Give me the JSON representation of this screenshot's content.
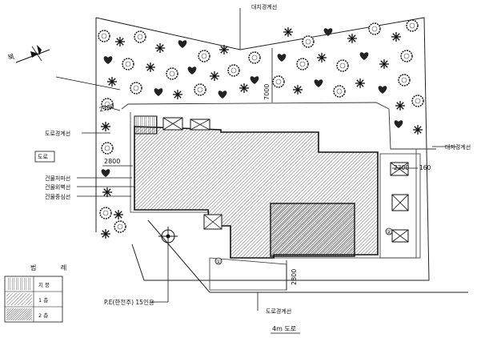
{
  "labels": {
    "site_boundary_top": "대지경계선",
    "site_boundary_right": "대지경계선",
    "road_boundary_left": "도로경계선",
    "road_boundary_bottom": "도로경계선",
    "road_left": "도로",
    "road_bottom": "4m 도로",
    "eaves_line": "건물처마선",
    "exterior_wall_line": "건물외벽선",
    "center_line": "건물중심선",
    "pole": "P.E(한전주) 15인용",
    "north": "북"
  },
  "dimensions": {
    "d_2300_left": "2300",
    "d_7000": "7000",
    "d_2800_left": "2800",
    "d_2300_right": "2300",
    "d_160": "160",
    "d_2800_bottom": "2800"
  },
  "markers": {
    "one": "①",
    "two": "②"
  },
  "legend": {
    "title": "범 례",
    "rows": [
      {
        "label": "지 붕"
      },
      {
        "label": "1 층"
      },
      {
        "label": "2 층"
      }
    ]
  },
  "colors": {
    "line": "#111111",
    "hatch": "#444444",
    "background": "#ffffff"
  }
}
